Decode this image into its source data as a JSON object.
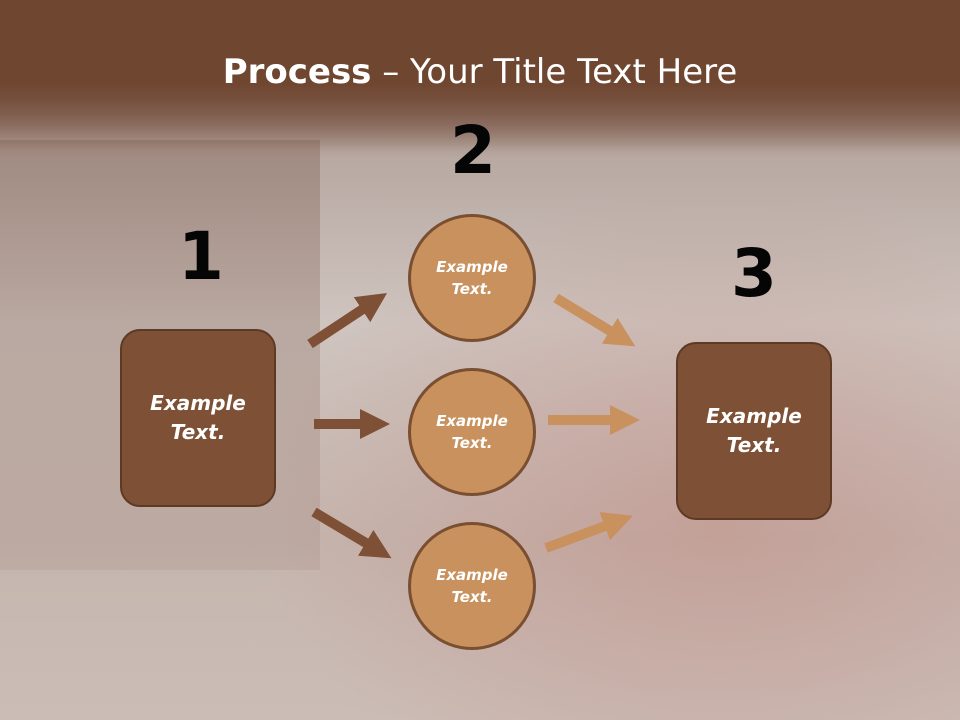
{
  "title": {
    "bold": "Process",
    "rest": " – Your Title Text Here"
  },
  "steps": {
    "one": "1",
    "two": "2",
    "three": "3"
  },
  "left_box": {
    "line1": "Example",
    "line2": "Text."
  },
  "right_box": {
    "line1": "Example",
    "line2": "Text."
  },
  "circles": [
    {
      "line1": "Example",
      "line2": "Text."
    },
    {
      "line1": "Example",
      "line2": "Text."
    },
    {
      "line1": "Example",
      "line2": "Text."
    }
  ],
  "colors": {
    "header": "#6f4630",
    "box": "#7e5035",
    "circle": "#c8915e",
    "arrow_dark": "#7e5035",
    "arrow_light": "#c8915e"
  }
}
